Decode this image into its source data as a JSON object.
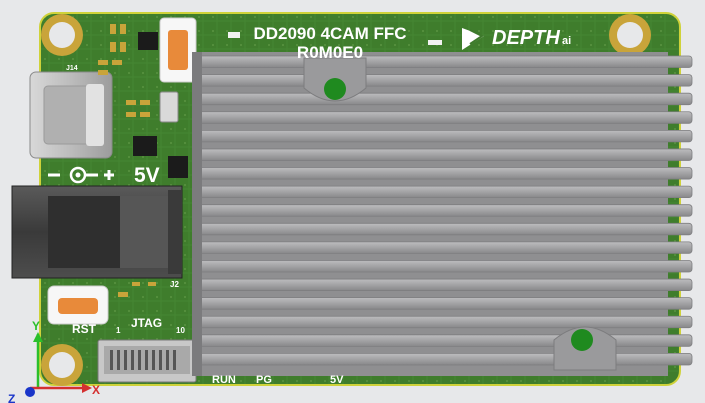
{
  "board": {
    "title_line1": "DD2090 4CAM FFC",
    "title_line2": "R0M0E0",
    "brand": "DEPTH",
    "brand_suffix": "ai",
    "label_5v": "5V",
    "label_rst": "RST",
    "label_jtag": "JTAG",
    "label_j14": "J14",
    "label_j2": "J2",
    "jtag_pin_1": "1",
    "jtag_pin_10": "10",
    "polarity": "-—◐—+",
    "bottom_labels": [
      "RUN",
      "PG",
      "5V"
    ]
  },
  "axes": {
    "y": "Y",
    "x": "X",
    "z": "Z"
  },
  "colors": {
    "pcb": "#3e7a2c",
    "pcb_dark": "#2f6420",
    "gold": "#c9a43a",
    "heatsink": "#a6a6a8",
    "button": "#e88a3a",
    "axis_y": "#2bbf2b",
    "axis_x": "#d43030",
    "axis_z": "#1a35c9"
  }
}
